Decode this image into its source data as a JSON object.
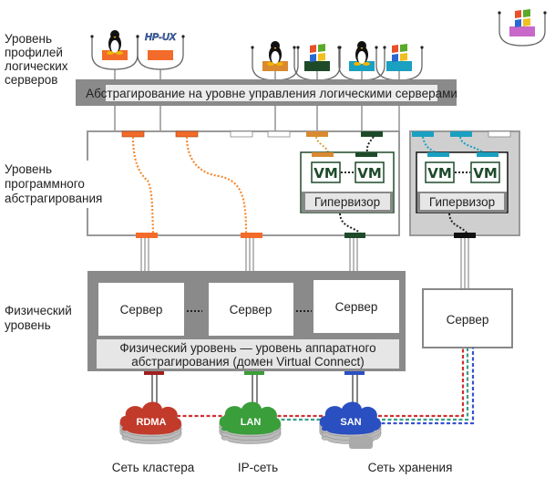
{
  "levels": {
    "profiles": [
      "Уровень",
      "профилей",
      "логических",
      "серверов"
    ],
    "software": [
      "Уровень",
      "программного",
      "абстрагирования"
    ],
    "physical": [
      "Физический",
      "уровень"
    ]
  },
  "management_bar": "Абстрагирование на уровне управления логическими серверами",
  "profiles": [
    {
      "os": "linux-penguin-icon",
      "color": "#f26b2a"
    },
    {
      "os": "hp-ux-logo",
      "logo_text": "HP-UX",
      "color": "#f26b2a"
    },
    {
      "os": "linux-penguin-icon",
      "color": "#d98a30"
    },
    {
      "os": "windows-flag-icon",
      "color": "#1e4a2a"
    },
    {
      "os": "linux-penguin-icon",
      "color": "#1aa0c0"
    },
    {
      "os": "windows-flag-icon",
      "color": "#1aa0c0"
    },
    {
      "os": "windows-flag-icon",
      "color": "#c868c8"
    }
  ],
  "vm_label": "VM",
  "hypervisor_label": "Гипервизор",
  "server_label": "Сервер",
  "physical_label": [
    "Физический уровень — уровень аппаратного",
    "абстрагирования (домен Virtual Connect)"
  ],
  "networks": [
    {
      "cloud": "RDMA",
      "label": "Сеть кластера",
      "color": "#c23a2a"
    },
    {
      "cloud": "LAN",
      "label": "IP-сеть",
      "color": "#3a9e3a"
    },
    {
      "cloud": "SAN",
      "label": "Сеть хранения",
      "color": "#2a4fc0"
    }
  ]
}
